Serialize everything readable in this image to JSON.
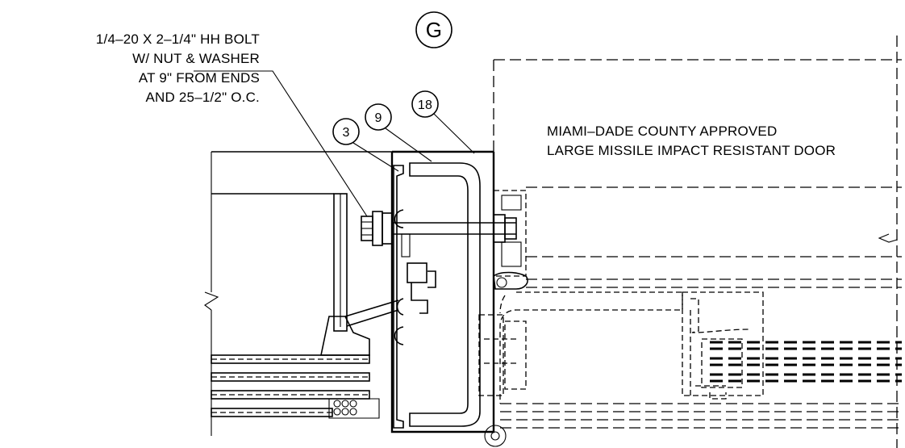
{
  "detail_marker": "G",
  "bolt_note": {
    "line1": "1/4–20 X 2–1/4\" HH BOLT",
    "line2": "W/ NUT & WASHER",
    "line3": "AT 9\" FROM ENDS",
    "line4": "AND 25–1/2\" O.C."
  },
  "door_note": {
    "line1": "MIAMI–DADE COUNTY APPROVED",
    "line2": "LARGE MISSILE IMPACT RESISTANT DOOR"
  },
  "part_tags": [
    "3",
    "9",
    "18"
  ]
}
